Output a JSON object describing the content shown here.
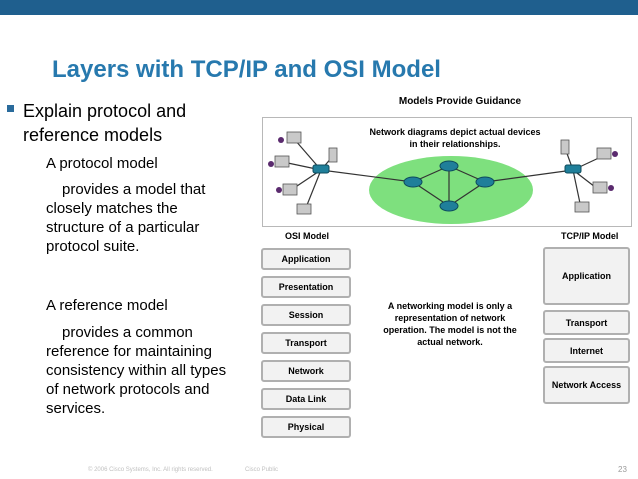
{
  "slide": {
    "title": "Layers with TCP/IP and OSI Model",
    "bullet": "Explain protocol and reference models",
    "protocol_head": "A protocol model",
    "protocol_body": "provides a model that closely matches the structure of a particular protocol suite.",
    "reference_head": "A reference model",
    "reference_body": "provides a common reference for maintaining consistency within all types of network protocols and services."
  },
  "diagram": {
    "title": "Models Provide Guidance",
    "network_caption": "Network diagrams depict actual devices in their relationships.",
    "osi_label": "OSI Model",
    "tcpip_label": "TCP/IP Model",
    "osi_layers": [
      "Application",
      "Presentation",
      "Session",
      "Transport",
      "Network",
      "Data Link",
      "Physical"
    ],
    "tcpip_layers": [
      "Application",
      "Transport",
      "Internet",
      "Network Access"
    ],
    "note": "A networking model is only a representation of network operation. The model is not the actual network."
  },
  "footer": {
    "copyright": "© 2006 Cisco Systems, Inc. All rights reserved.",
    "classification": "Cisco Public",
    "page": "23"
  },
  "colors": {
    "title": "#2779ae",
    "topbar": "#1f5f8e",
    "ellipse": "#7ee07e",
    "router": "#1f7f9a"
  }
}
